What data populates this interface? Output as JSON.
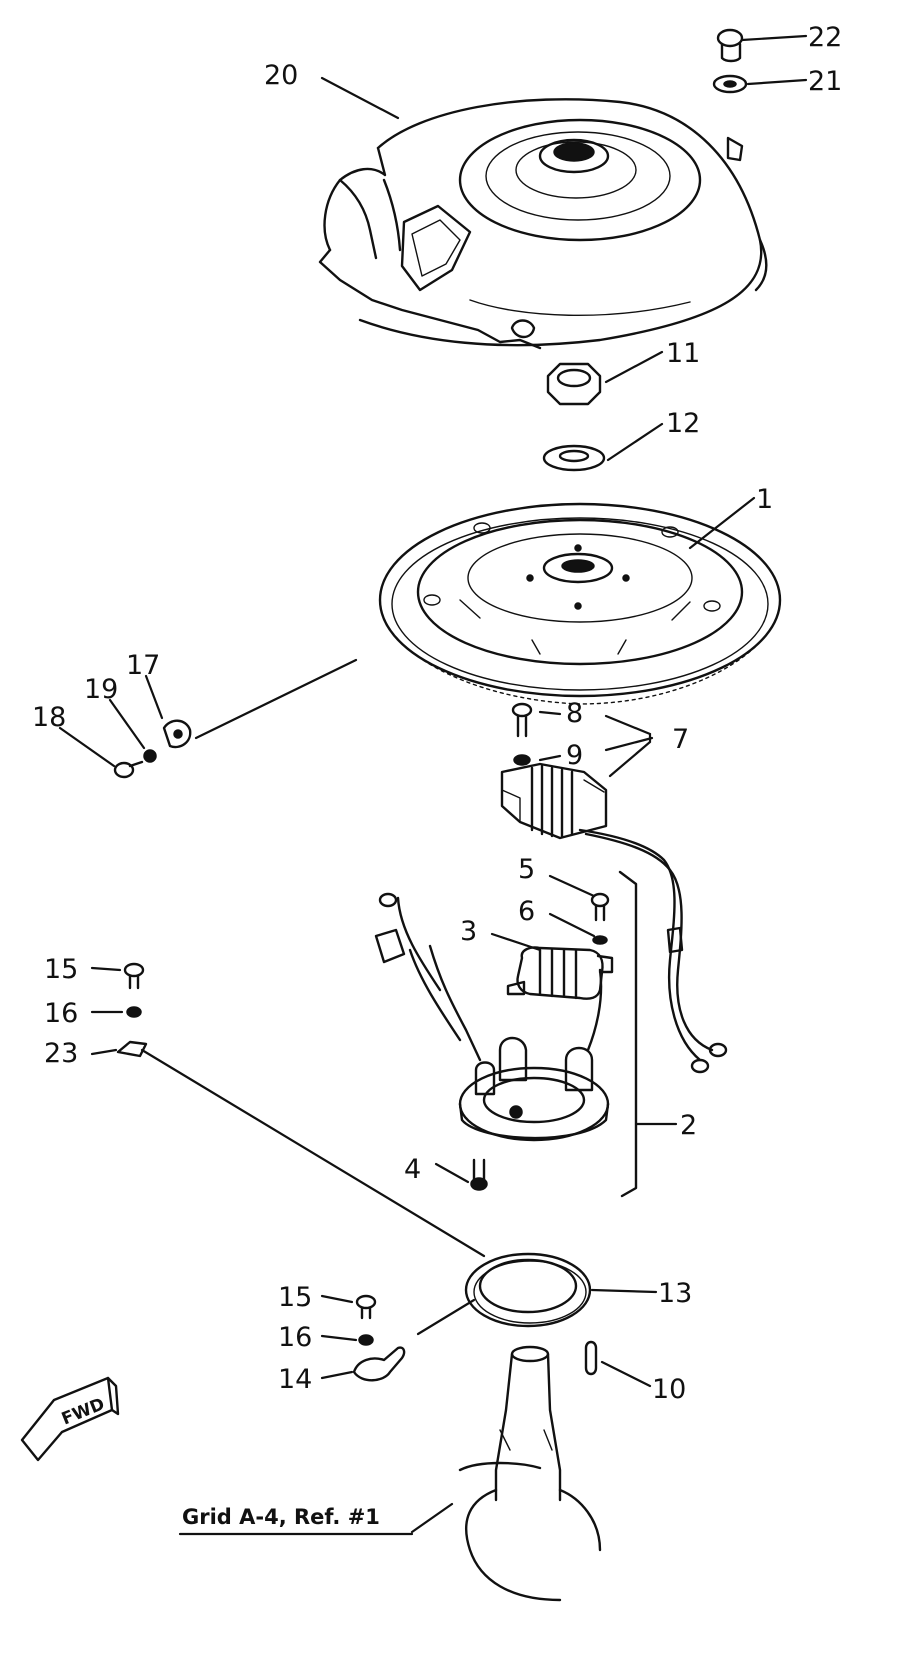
{
  "diagram": {
    "callouts": [
      {
        "id": "c22",
        "label": "22"
      },
      {
        "id": "c21",
        "label": "21"
      },
      {
        "id": "c20",
        "label": "20"
      },
      {
        "id": "c11",
        "label": "11"
      },
      {
        "id": "c12",
        "label": "12"
      },
      {
        "id": "c1",
        "label": "1"
      },
      {
        "id": "c17",
        "label": "17"
      },
      {
        "id": "c19",
        "label": "19"
      },
      {
        "id": "c18",
        "label": "18"
      },
      {
        "id": "c8",
        "label": "8"
      },
      {
        "id": "c9",
        "label": "9"
      },
      {
        "id": "c7",
        "label": "7"
      },
      {
        "id": "c5",
        "label": "5"
      },
      {
        "id": "c6",
        "label": "6"
      },
      {
        "id": "c3",
        "label": "3"
      },
      {
        "id": "c15a",
        "label": "15"
      },
      {
        "id": "c16a",
        "label": "16"
      },
      {
        "id": "c23",
        "label": "23"
      },
      {
        "id": "c2",
        "label": "2"
      },
      {
        "id": "c4",
        "label": "4"
      },
      {
        "id": "c13",
        "label": "13"
      },
      {
        "id": "c15b",
        "label": "15"
      },
      {
        "id": "c16b",
        "label": "16"
      },
      {
        "id": "c14",
        "label": "14"
      },
      {
        "id": "c10",
        "label": "10"
      }
    ],
    "fwd_label": "FWD",
    "reference_note": "Grid A-4, Ref. #1"
  }
}
